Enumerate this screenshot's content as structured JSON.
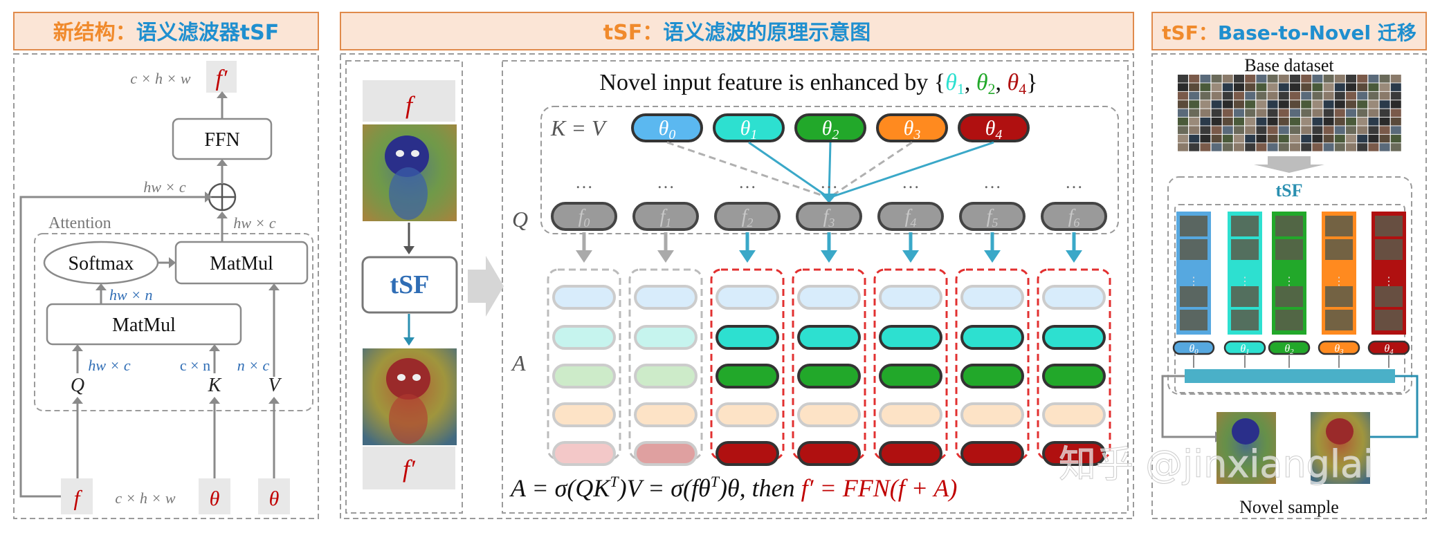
{
  "panels": {
    "left_title": {
      "prefix": "新结构：",
      "main": "语义滤波器tSF"
    },
    "mid_title": {
      "prefix": "tSF：",
      "main": "语义滤波的原理示意图"
    },
    "right_title": {
      "prefix": "tSF：",
      "main": "Base-to-Novel 迁移"
    }
  },
  "left": {
    "f_out": "f′",
    "dims_out": "c × h × w",
    "ffn": "FFN",
    "hw_c_top": "hw × c",
    "hw_c_right": "hw × c",
    "attention": "Attention",
    "softmax": "Softmax",
    "matmul_top": "MatMul",
    "matmul_bottom": "MatMul",
    "hw_n": "hw × n",
    "q_dims": "hw × c",
    "k_dims": "c × n",
    "v_dims": "n × c",
    "q": "Q",
    "k": "K",
    "v": "V",
    "f_in": "f",
    "dims_in": "c × h × w",
    "theta_k": "θ",
    "theta_v": "θ"
  },
  "mid": {
    "f_top": "f",
    "tsf": "tSF",
    "f_bottom": "f′",
    "heading": "Novel input feature is enhanced by",
    "heading_set": [
      "θ",
      "1",
      "θ",
      "2",
      "θ",
      "4"
    ],
    "kv": "K = V",
    "q": "Q",
    "a": "A",
    "thetas": [
      "0",
      "1",
      "2",
      "3",
      "4"
    ],
    "fs": [
      "0",
      "1",
      "2",
      "3",
      "4",
      "5",
      "6"
    ],
    "dots": "…",
    "formula_black": "A = σ(QK",
    "formula_tail": ")V = σ(fθ",
    "formula_tail2": ")θ,  then ",
    "formula_red": "f′ = FFN(f + A)",
    "sup_t": "T"
  },
  "right": {
    "base": "Base dataset",
    "tsf": "tSF",
    "novel": "Novel sample",
    "thetas": [
      "0",
      "1",
      "2",
      "3",
      "4"
    ]
  },
  "watermark": "知乎 @jinxianglai",
  "colors": {
    "theta": [
      "#5bb8f0",
      "#2de0d0",
      "#22a82a",
      "#ff8a1f",
      "#b01010"
    ],
    "accent_blue": "#2a8fb0",
    "title_orange": "#f08a2c",
    "title_blue": "#1f8fcf"
  }
}
